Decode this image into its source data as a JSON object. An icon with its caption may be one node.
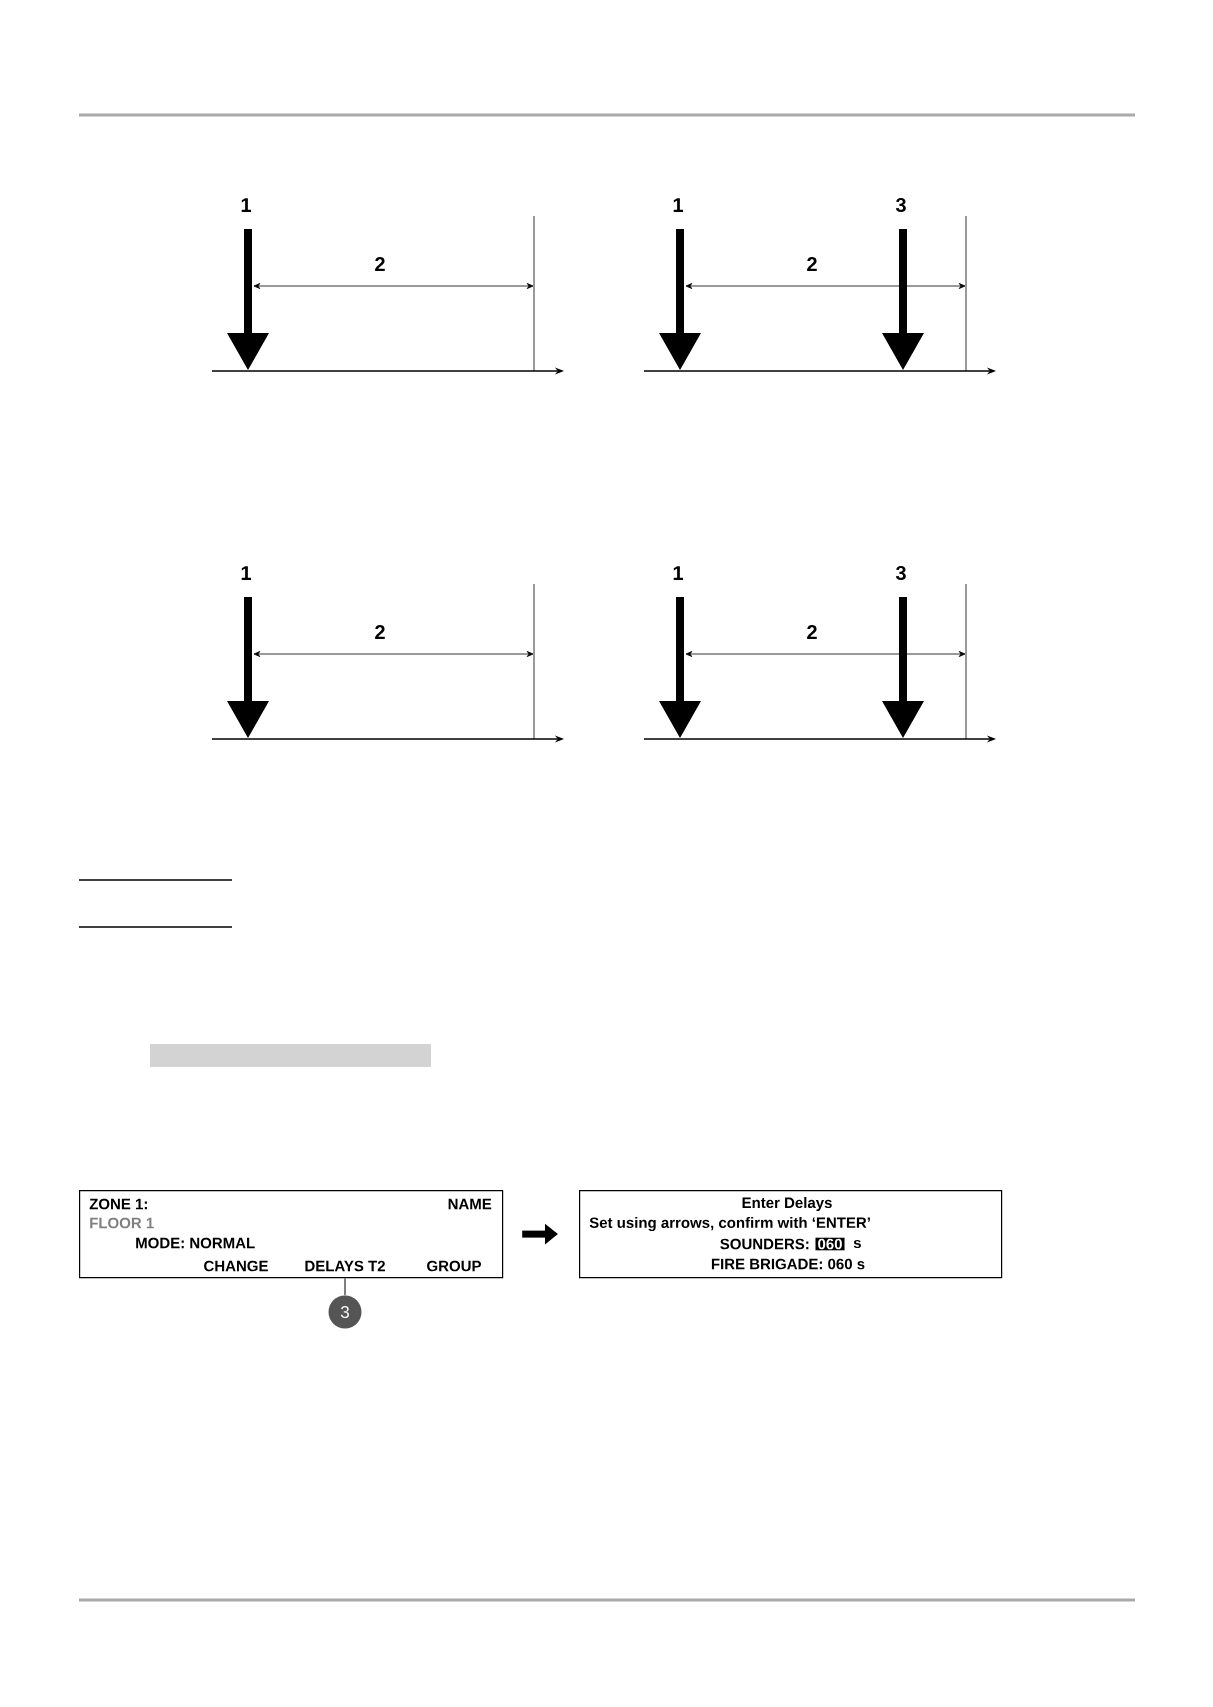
{
  "diagram": {
    "nodes": [
      {
        "text": [
          "ZONE  1:",
          "NAME",
          "FLOOR 1",
          "MODE:  NORMAL",
          "CHANGE",
          "DELAYS T2",
          "GROUP"
        ]
      },
      {
        "text": [
          "Enter Delays",
          "Set using arrows, confirm with ‘ENTER’",
          "SOUNDERS:",
          "060",
          "s",
          "FIRE BRIGADE: 060 s"
        ]
      },
      {
        "text": [
          "3"
        ]
      }
    ],
    "edges": [
      {
        "from": 0,
        "to": 1,
        "arrow": "to",
        "style": "thick"
      },
      {
        "from": 2,
        "to": 0,
        "arrow": "none",
        "color": "#555555"
      }
    ],
    "labels": [
      "1",
      "1",
      "3",
      "2",
      "2",
      "1",
      "1",
      "3",
      "2",
      "2"
    ]
  }
}
